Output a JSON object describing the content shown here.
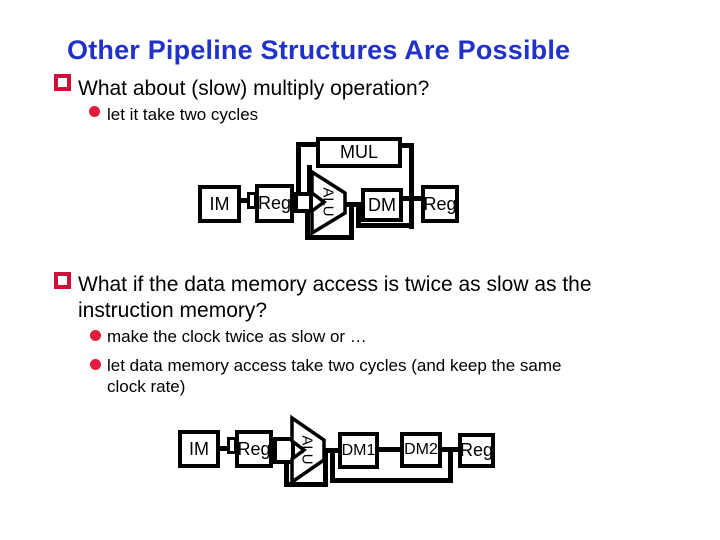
{
  "title": "Other Pipeline Structures Are Possible",
  "bullets": {
    "b1": "What about (slow) multiply operation?",
    "b1_sub1": "let it take two cycles",
    "b2_lines": [
      "What if the data memory access is twice as slow as the",
      "instruction memory?"
    ],
    "b2_sub1": "make the clock twice as slow or …",
    "b2_sub2_lines": [
      "let data memory access take two cycles (and keep the same",
      "clock rate)"
    ]
  },
  "diagram1": {
    "im": "IM",
    "reg1": "Reg",
    "mul": "MUL",
    "alu": "ALU",
    "dm": "DM",
    "reg2": "Reg"
  },
  "diagram2": {
    "im": "IM",
    "reg1": "Reg",
    "alu": "ALU",
    "dm1": "DM1",
    "dm2": "DM2",
    "reg2": "Reg"
  },
  "colors": {
    "background": "#ffffff",
    "text": "#000000",
    "title": "#2132c8",
    "bullet_square": "#cf0e3a",
    "bullet_dot": "#e31b3c",
    "diagram_line": "#000000"
  }
}
